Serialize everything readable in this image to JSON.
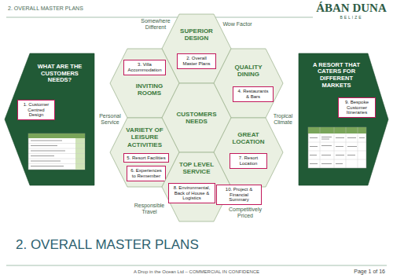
{
  "diagram": {
    "title": "2. OVERALL MASTER PLANS",
    "nodes": [
      {
        "text": [
          "WHAT ARE THE CUSTOMERS NEEDS?"
        ]
      },
      {
        "text": [
          "1. Customer Centred Design"
        ],
        "in": 0
      },
      {
        "text": [
          "SUPERIOR DESIGN"
        ]
      },
      {
        "text": [
          "2. Overall Master Plans"
        ],
        "in": 2
      },
      {
        "text": [
          "INVITING ROOMS"
        ]
      },
      {
        "text": [
          "3. Villa Accommodation"
        ],
        "in": 4
      },
      {
        "text": [
          "QUALITY DINING"
        ]
      },
      {
        "text": [
          "4. Restaurants & Bars"
        ],
        "in": 6
      },
      {
        "text": [
          "CUSTOMERS NEEDS"
        ]
      },
      {
        "text": [
          "VARIETY OF LEISURE ACTIVITIES"
        ]
      },
      {
        "text": [
          "5. Resort Facilities"
        ],
        "in": 9
      },
      {
        "text": [
          "6. Experiences to Remember"
        ],
        "in": 9
      },
      {
        "text": [
          "GREAT LOCATION"
        ]
      },
      {
        "text": [
          "7. Resort Location"
        ],
        "in": 12
      },
      {
        "text": [
          "TOP LEVEL SERVICE"
        ]
      },
      {
        "text": [
          "8. Environmental, Back of House & Logistics"
        ],
        "in": 14
      },
      {
        "text": [
          "10. Project & Financial Summary"
        ]
      },
      {
        "text": [
          "A RESORT THAT CATERS FOR DIFFERENT MARKETS"
        ]
      },
      {
        "text": [
          "9. Bespoke Customer Itineraries"
        ],
        "in": 17
      }
    ],
    "labels": [
      "2. OVERALL MASTER PLANS",
      "ÁBAN DUNA",
      "BELIZE",
      "Somewhere Different",
      "Wow Factor",
      "Personal Service",
      "Tropical Climate",
      "Responsible Travel",
      "Competitively Priced",
      "A Drop in the Ocean Ltd – COMMERCIAL IN CONFIDENCE",
      "Page 1 of 16"
    ]
  }
}
